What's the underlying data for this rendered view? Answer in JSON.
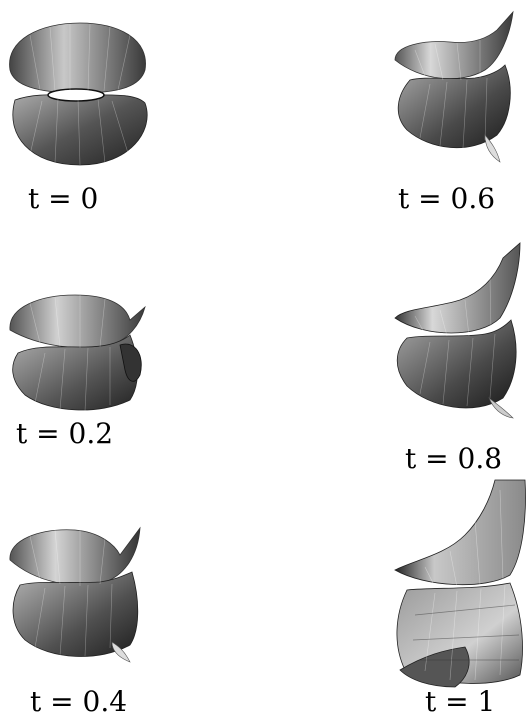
{
  "figure": {
    "panels": [
      {
        "t": "0",
        "label": "t = 0"
      },
      {
        "t": "0.2",
        "label": "t = 0.2"
      },
      {
        "t": "0.4",
        "label": "t = 0.4"
      },
      {
        "t": "0.6",
        "label": "t = 0.6"
      },
      {
        "t": "0.8",
        "label": "t = 0.8"
      },
      {
        "t": "1",
        "label": "t = 1"
      }
    ],
    "colors": {
      "background": "#ffffff",
      "surface_light": "#e6e6e6",
      "surface_mid": "#9a9a9a",
      "surface_dark": "#2a2a2a",
      "caption_text": "#000000"
    }
  }
}
